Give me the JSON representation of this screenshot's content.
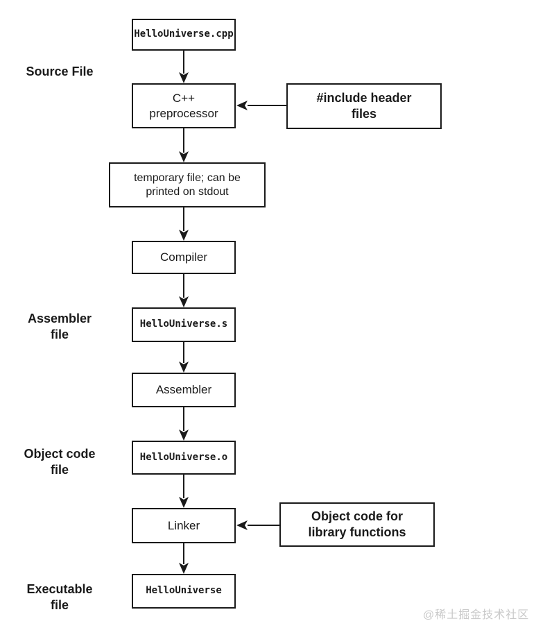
{
  "diagram": {
    "side_labels": {
      "source_file": "Source File",
      "assembler_file": "Assembler\nfile",
      "object_code_file": "Object code\nfile",
      "executable_file": "Executable\nfile"
    },
    "nodes": {
      "source": "HelloUniverse.cpp",
      "preprocessor": "C++\npreprocessor",
      "include_headers": "#include header\nfiles",
      "temp_file": "temporary file; can be\nprinted on stdout",
      "compiler": "Compiler",
      "assembly_file": "HelloUniverse.s",
      "assembler": "Assembler",
      "object_file": "HelloUniverse.o",
      "linker": "Linker",
      "library_object": "Object code for\nlibrary functions",
      "executable": "HelloUniverse"
    },
    "edges": [
      {
        "from": "source",
        "to": "preprocessor"
      },
      {
        "from": "include_headers",
        "to": "preprocessor"
      },
      {
        "from": "preprocessor",
        "to": "temp_file"
      },
      {
        "from": "temp_file",
        "to": "compiler"
      },
      {
        "from": "compiler",
        "to": "assembly_file"
      },
      {
        "from": "assembly_file",
        "to": "assembler"
      },
      {
        "from": "assembler",
        "to": "object_file"
      },
      {
        "from": "object_file",
        "to": "linker"
      },
      {
        "from": "library_object",
        "to": "linker"
      },
      {
        "from": "linker",
        "to": "executable"
      }
    ]
  },
  "watermark": "@稀土掘金技术社区"
}
